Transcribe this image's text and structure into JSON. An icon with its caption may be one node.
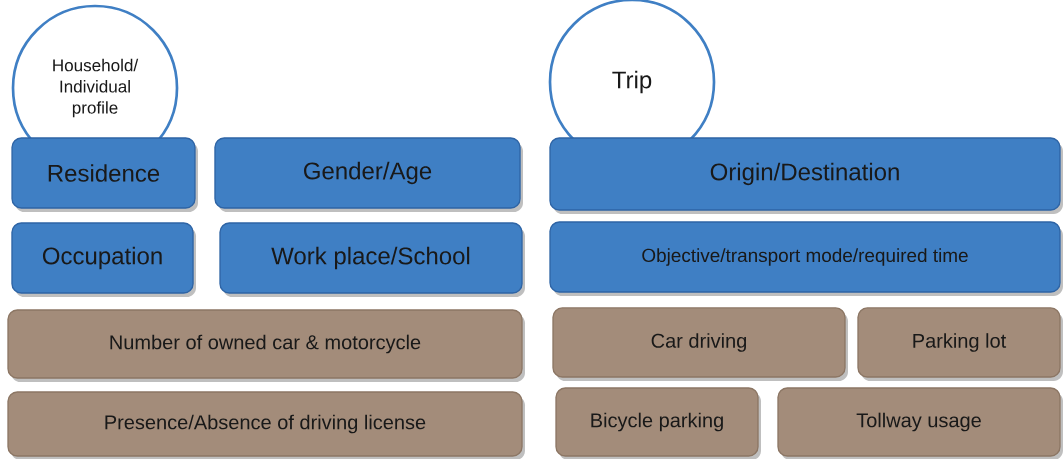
{
  "diagram": {
    "nodes": [
      {
        "text": [
          "Household/ Individual profile"
        ]
      },
      {
        "text": [
          "Residence"
        ]
      },
      {
        "text": [
          "Gender/Age"
        ]
      },
      {
        "text": [
          "Occupation"
        ]
      },
      {
        "text": [
          "Work place/School"
        ]
      },
      {
        "text": [
          "Number of owned car & motorcycle"
        ]
      },
      {
        "text": [
          "Presence/Absence of driving license"
        ]
      },
      {
        "text": [
          "Trip"
        ]
      },
      {
        "text": [
          "Origin/Destination"
        ]
      },
      {
        "text": [
          "Objective/transport mode/required time"
        ]
      },
      {
        "text": [
          "Car driving"
        ]
      },
      {
        "text": [
          "Parking lot"
        ]
      },
      {
        "text": [
          "Bicycle parking"
        ]
      },
      {
        "text": [
          "Tollway usage"
        ]
      }
    ]
  }
}
